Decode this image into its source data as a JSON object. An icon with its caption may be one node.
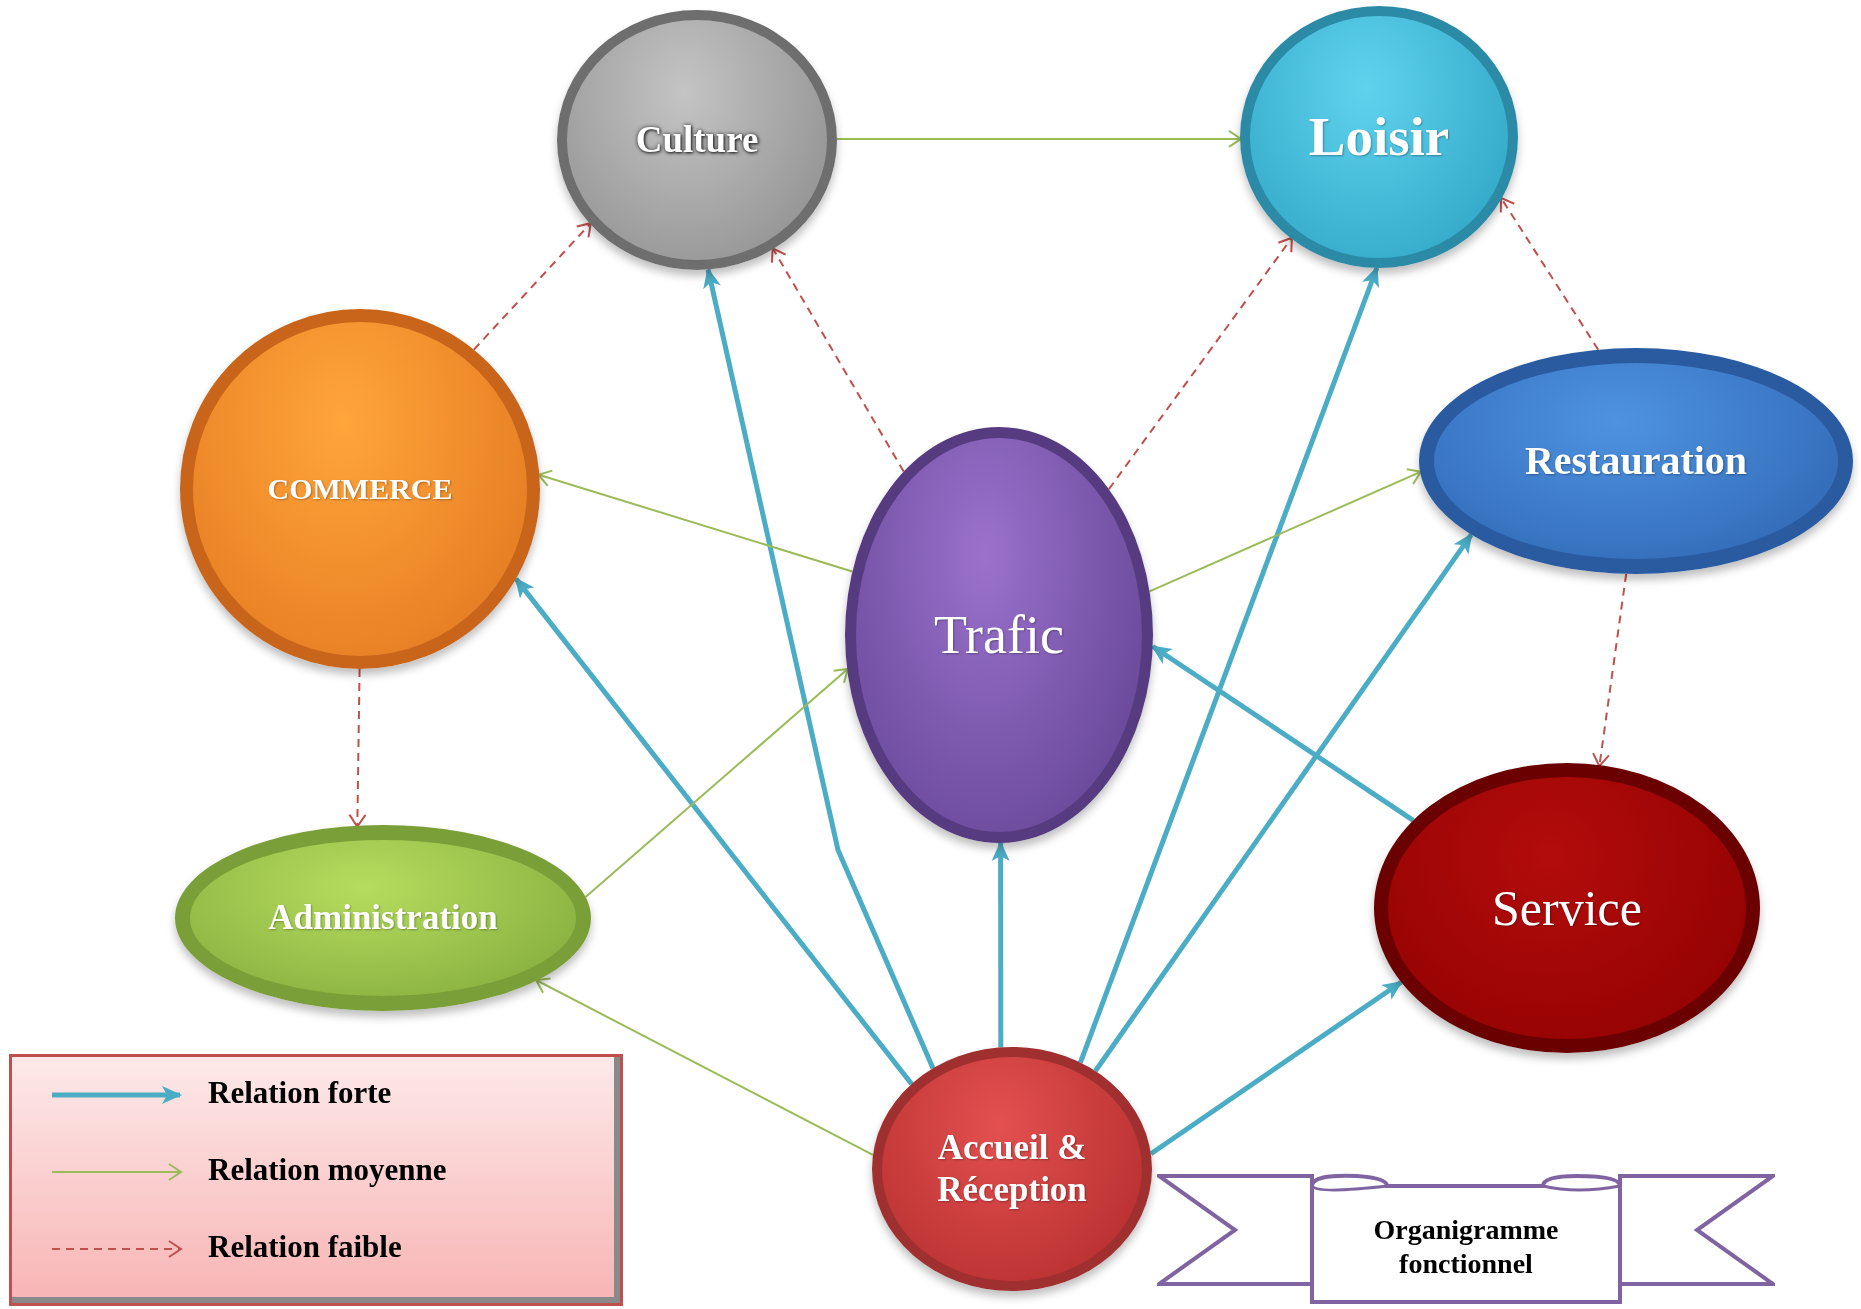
{
  "diagram": {
    "nodes": [
      {
        "text": [
          "Culture"
        ]
      },
      {
        "text": [
          "Loisir"
        ]
      },
      {
        "text": [
          "COMMERCE"
        ]
      },
      {
        "text": [
          "Restauration"
        ]
      },
      {
        "text": [
          "Trafic"
        ]
      },
      {
        "text": [
          "Administration"
        ]
      },
      {
        "text": [
          "Service"
        ]
      },
      {
        "text": [
          "Accueil & Réception"
        ]
      },
      {
        "text": [
          "Organigramme fonctionnel"
        ]
      }
    ],
    "edges": [
      {
        "from": 7,
        "to": 0,
        "arrow": "to",
        "style": "thick"
      },
      {
        "from": 7,
        "to": 2,
        "arrow": "to",
        "style": "thick"
      },
      {
        "from": 7,
        "to": 4,
        "arrow": "to",
        "style": "thick"
      },
      {
        "from": 7,
        "to": 1,
        "arrow": "to",
        "style": "thick"
      },
      {
        "from": 7,
        "to": 3,
        "arrow": "to",
        "style": "thick"
      },
      {
        "from": 7,
        "to": 6,
        "arrow": "to",
        "style": "thick"
      },
      {
        "from": 6,
        "to": 4,
        "arrow": "to",
        "style": "thick"
      },
      {
        "from": 0,
        "to": 1,
        "arrow": "to",
        "color": "#9bbb59"
      },
      {
        "from": 4,
        "to": 2,
        "arrow": "to",
        "color": "#9bbb59"
      },
      {
        "from": 4,
        "to": 3,
        "arrow": "to",
        "color": "#9bbb59"
      },
      {
        "from": 5,
        "to": 4,
        "arrow": "to",
        "color": "#9bbb59"
      },
      {
        "from": 7,
        "to": 5,
        "arrow": "to",
        "color": "#9bbb59"
      },
      {
        "from": 2,
        "to": 0,
        "arrow": "to",
        "style": "dashed",
        "color": "#c0504d"
      },
      {
        "from": 4,
        "to": 0,
        "arrow": "to",
        "style": "dashed",
        "color": "#c0504d"
      },
      {
        "from": 4,
        "to": 1,
        "arrow": "to",
        "style": "dashed",
        "color": "#c0504d"
      },
      {
        "from": 3,
        "to": 1,
        "arrow": "to",
        "style": "dashed",
        "color": "#c0504d"
      },
      {
        "from": 3,
        "to": 6,
        "arrow": "to",
        "style": "dashed",
        "color": "#c0504d"
      },
      {
        "from": 2,
        "to": 5,
        "arrow": "to",
        "style": "dashed",
        "color": "#c0504d"
      }
    ],
    "legend": [
      {
        "text": "Relation forte"
      },
      {
        "text": "Relation moyenne"
      },
      {
        "text": "Relation faible"
      }
    ]
  }
}
